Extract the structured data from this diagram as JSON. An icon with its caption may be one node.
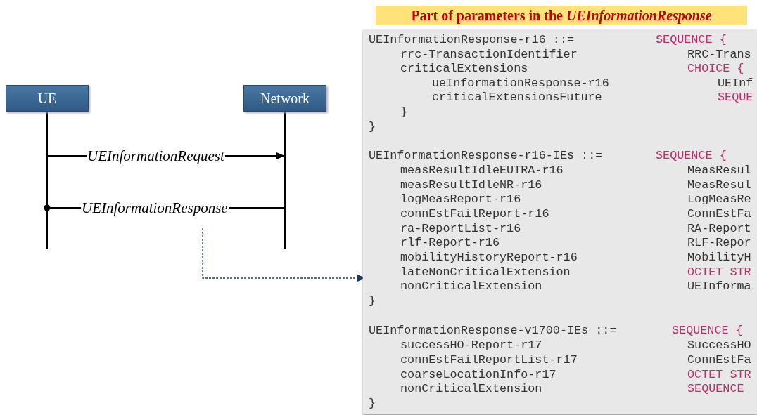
{
  "diagram": {
    "nodes": [
      {
        "text": [
          "UE"
        ]
      },
      {
        "text": [
          "Network"
        ]
      },
      {
        "text": [
          "Part of parameters in the *UEInformationResponse*",
          "UEInformationResponse-r16 ::=",
          "SEQUENCE {",
          "rrc-TransactionIdentifier",
          "RRC-Trans",
          "criticalExtensions",
          "CHOICE {",
          "ueInformationResponse-r16",
          "UEInf",
          "criticalExtensionsFuture",
          "SEQUE",
          "}",
          "}",
          "UEInformationResponse-r16-IEs ::=",
          "SEQUENCE {",
          "measResultIdleEUTRA-r16",
          "MeasResul",
          "measResultIdleNR-r16",
          "MeasResul",
          "logMeasReport-r16",
          "LogMeasRe",
          "connEstFailReport-r16",
          "ConnEstFa",
          "ra-ReportList-r16",
          "RA-Report",
          "rlf-Report-r16",
          "RLF-Repor",
          "mobilityHistoryReport-r16",
          "MobilityH",
          "lateNonCriticalExtension",
          "OCTET STR",
          "nonCriticalExtension",
          "UEInforma",
          "}",
          "UEInformationResponse-v1700-IEs ::=",
          "SEQUENCE {",
          "successHO-Report-r17",
          "SuccessHO",
          "connEstFailReportList-r17",
          "ConnEstFa",
          "coarseLocationInfo-r17",
          "OCTET STR",
          "nonCriticalExtension",
          "SEQUENCE",
          "}"
        ]
      }
    ],
    "edges": [
      {
        "from": 0,
        "to": 1,
        "arrow": "to",
        "label": "UEInformationRequest"
      },
      {
        "from": 1,
        "to": 0,
        "arrow": "other",
        "label": "UEInformationResponse"
      },
      {
        "from": null,
        "to": 2,
        "arrow": "to",
        "style": "dashed",
        "color": "#1f3864"
      }
    ]
  }
}
